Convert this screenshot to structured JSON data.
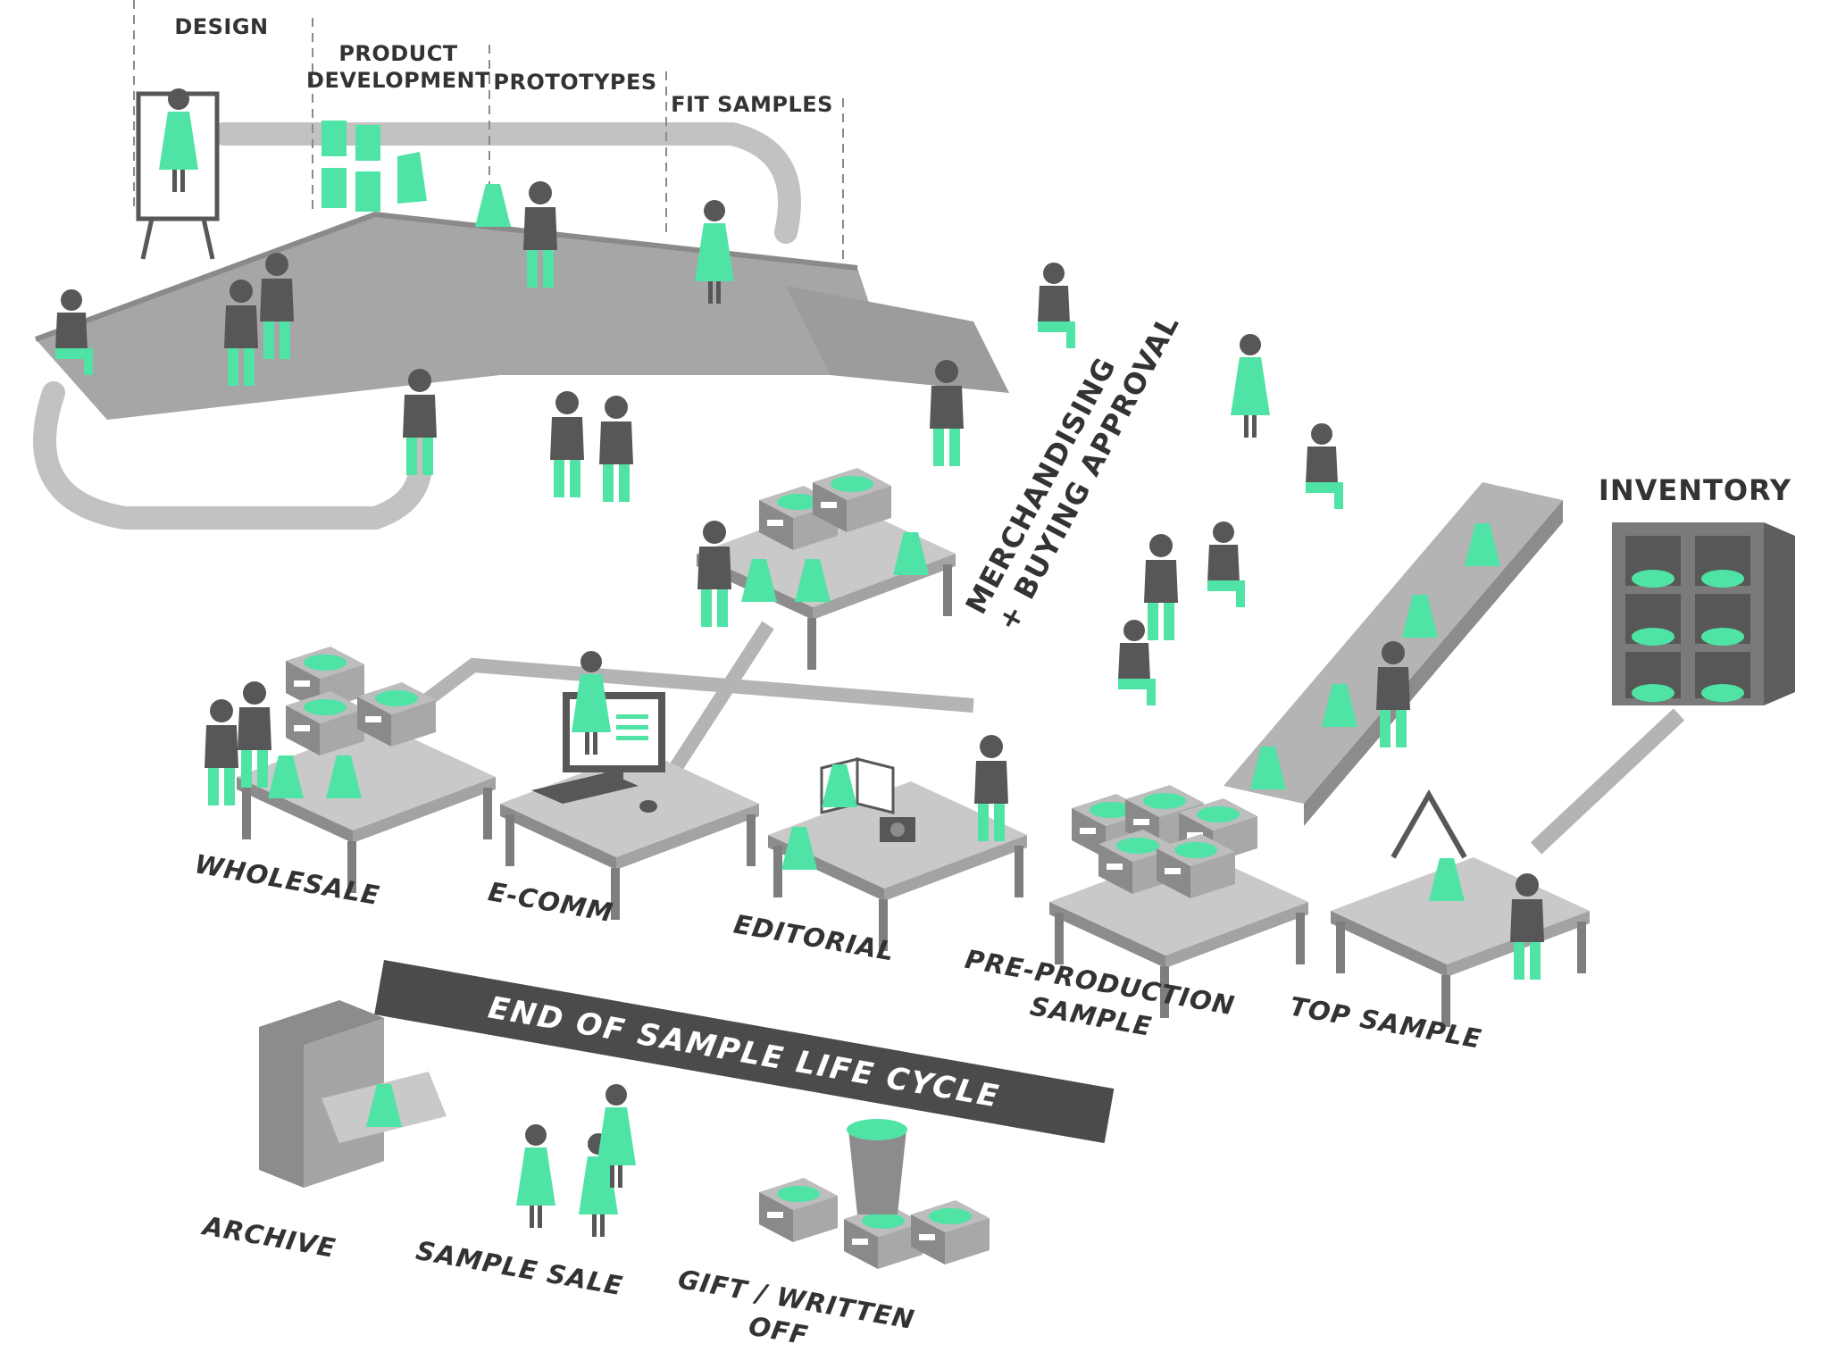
{
  "stages": {
    "design": "DESIGN",
    "product_development": [
      "PRODUCT",
      "DEVELOPMENT"
    ],
    "prototypes": "PROTOTYPES",
    "fit_samples": "FIT SAMPLES"
  },
  "approval": [
    "MERCHANDISING",
    "+ BUYING APPROVAL"
  ],
  "inventory": "INVENTORY",
  "channels": {
    "wholesale": "WHOLESALE",
    "ecomm": "E-COMM",
    "editorial": "EDITORIAL",
    "pre_production": [
      "PRE-PRODUCTION",
      "SAMPLE"
    ],
    "top_sample": "TOP SAMPLE"
  },
  "end_banner": "END OF SAMPLE LIFE CYCLE",
  "end": {
    "archive": "ARCHIVE",
    "sample_sale": "SAMPLE SALE",
    "gift": [
      "GIFT / WRITTEN",
      "OFF"
    ]
  },
  "colors": {
    "accent": "#4fe3a6",
    "dark": "#575757",
    "belt": "#9a9a9a",
    "table": "#8c8c8c",
    "band": "#4b4b4b",
    "text": "#333333"
  }
}
